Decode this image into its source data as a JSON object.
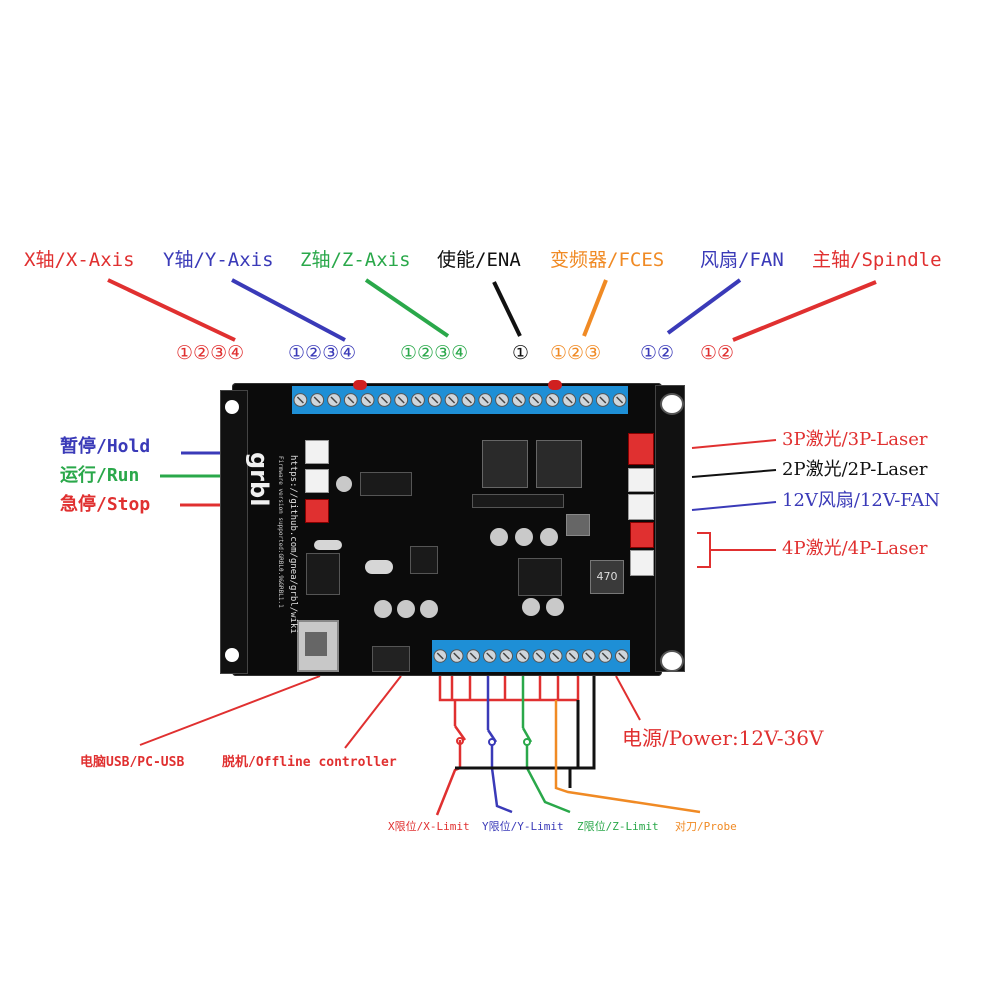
{
  "top_axes": [
    {
      "id": "x-axis",
      "text": "X轴/X-Axis",
      "color": "#e03030",
      "numbers": "①②③④"
    },
    {
      "id": "y-axis",
      "text": "Y轴/Y-Axis",
      "color": "#3a3ab8",
      "numbers": "①②③④"
    },
    {
      "id": "z-axis",
      "text": "Z轴/Z-Axis",
      "color": "#2aa84a",
      "numbers": "①②③④"
    },
    {
      "id": "ena",
      "text": "使能/ENA",
      "color": "#111111",
      "numbers": "①"
    },
    {
      "id": "fces",
      "text": "变频器/FCES",
      "color": "#f08a24",
      "numbers": "①②③"
    },
    {
      "id": "fan",
      "text": "风扇/FAN",
      "color": "#3a3ab8",
      "numbers": "①②"
    },
    {
      "id": "spindle",
      "text": "主轴/Spindle",
      "color": "#e03030",
      "numbers": "①②"
    }
  ],
  "left_buttons": [
    {
      "id": "hold",
      "text": "暂停/Hold",
      "color": "#3a3ab8"
    },
    {
      "id": "run",
      "text": "运行/Run",
      "color": "#2aa84a"
    },
    {
      "id": "stop",
      "text": "急停/Stop",
      "color": "#e03030"
    }
  ],
  "right_ports": [
    {
      "id": "3p-laser",
      "text": "3P激光/3P-Laser",
      "color": "#e03030"
    },
    {
      "id": "2p-laser",
      "text": "2P激光/2P-Laser",
      "color": "#111111"
    },
    {
      "id": "12v-fan",
      "text": "12V风扇/12V-FAN",
      "color": "#3a3ab8"
    },
    {
      "id": "4p-laser",
      "text": "4P激光/4P-Laser",
      "color": "#e03030"
    }
  ],
  "bottom": {
    "pc_usb": "电脑USB/PC-USB",
    "offline": "脱机/Offline controller",
    "power": "电源/Power:12V-36V",
    "limits": [
      {
        "id": "x-limit",
        "text": "X限位/X-Limit",
        "color": "#e03030"
      },
      {
        "id": "y-limit",
        "text": "Y限位/Y-Limit",
        "color": "#3a3ab8"
      },
      {
        "id": "z-limit",
        "text": "Z限位/Z-Limit",
        "color": "#2aa84a"
      },
      {
        "id": "probe",
        "text": "对刀/Probe",
        "color": "#f08a24"
      }
    ]
  },
  "board": {
    "logo": "grbl",
    "url": "https://github.com/gnea/grbl/wiki",
    "firmware": "Firmware version supported:GRBL0.9&GRBL1.1",
    "inductor": "470"
  },
  "colors": {
    "red": "#e03030",
    "blue": "#3a3ab8",
    "green": "#2aa84a",
    "orange": "#f08a24",
    "black": "#111111",
    "terminal": "#1e8fd6"
  }
}
